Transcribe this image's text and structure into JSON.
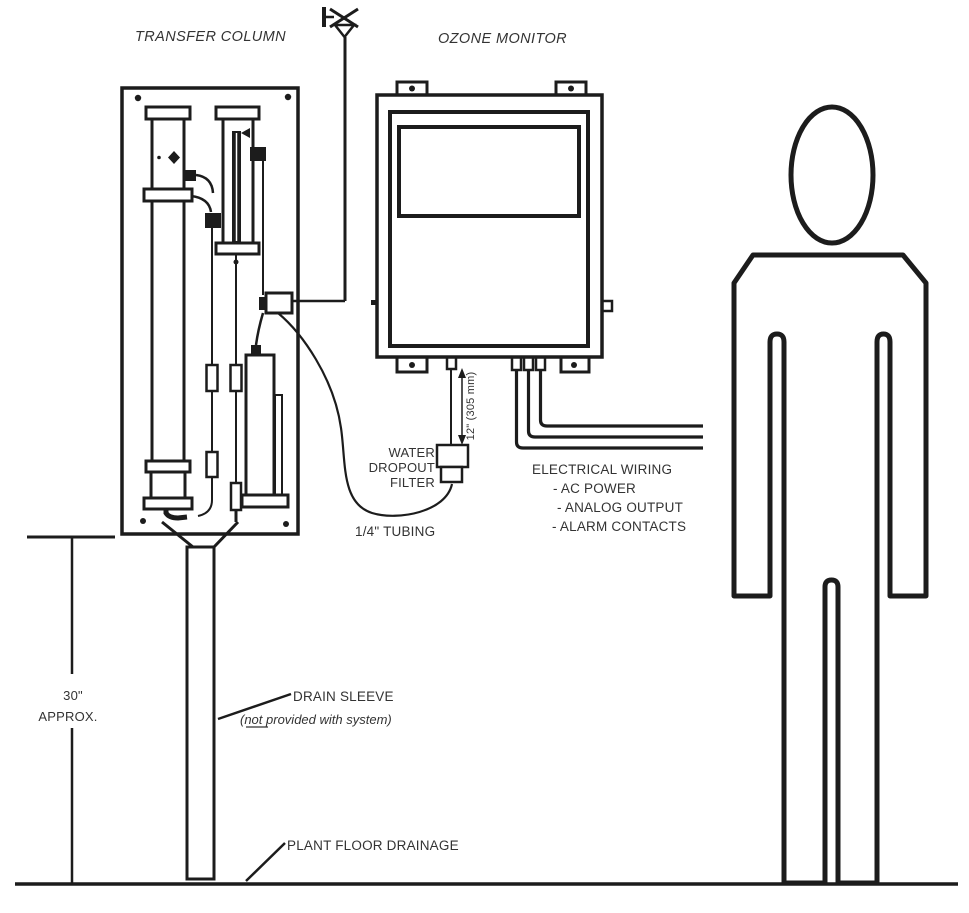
{
  "page": {
    "background": "#ffffff"
  },
  "diagram": {
    "titles": {
      "transfer_column": "TRANSFER COLUMN",
      "ozone_monitor": "OZONE MONITOR"
    },
    "water_dropout_filter": {
      "line1": "WATER",
      "line2": "DROPOUT",
      "line3": "FILTER"
    },
    "tubing_label": "1/4\" TUBING",
    "monitor_to_filter_dimension": "12\" (305 mm)",
    "electrical": {
      "heading": "ELECTRICAL WIRING",
      "items": [
        "- AC POWER",
        "- ANALOG OUTPUT",
        "- ALARM CONTACTS"
      ]
    },
    "floor_dimension": {
      "value": "30\"",
      "qualifier": "APPROX."
    },
    "drain_sleeve": {
      "label": "DRAIN SLEEVE",
      "note": "(not provided with system)"
    },
    "floor_label": "PLANT FLOOR DRAINAGE",
    "colors": {
      "line": "#1c1c1c",
      "text": "#333333",
      "background": "#ffffff"
    }
  }
}
